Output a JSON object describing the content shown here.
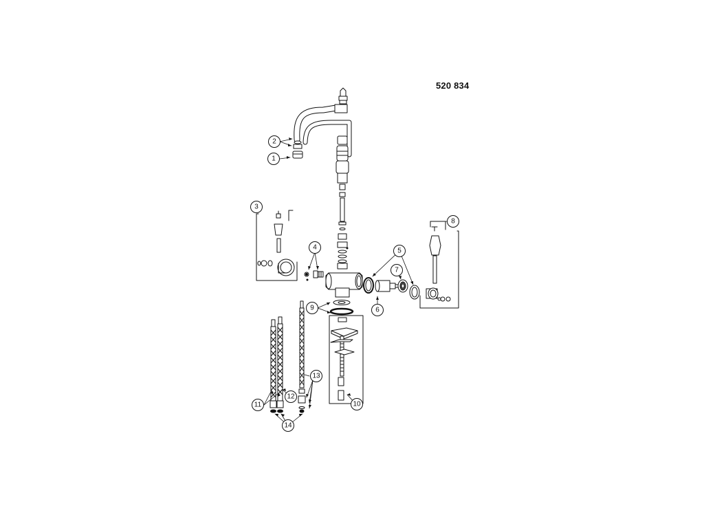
{
  "diagram": {
    "part_number": "520 834",
    "callouts": [
      {
        "id": "c1",
        "label": "1"
      },
      {
        "id": "c2",
        "label": "2"
      },
      {
        "id": "c3",
        "label": "3"
      },
      {
        "id": "c4",
        "label": "4"
      },
      {
        "id": "c5",
        "label": "5"
      },
      {
        "id": "c6",
        "label": "6"
      },
      {
        "id": "c7",
        "label": "7"
      },
      {
        "id": "c8",
        "label": "8"
      },
      {
        "id": "c9",
        "label": "9"
      },
      {
        "id": "c10",
        "label": "10"
      },
      {
        "id": "c11",
        "label": "11"
      },
      {
        "id": "c12",
        "label": "12"
      },
      {
        "id": "c13",
        "label": "13"
      },
      {
        "id": "c14",
        "label": "14"
      }
    ],
    "colors": {
      "ink": "#111111",
      "shade": "#9a9a9a",
      "fill": "#ffffff"
    }
  }
}
